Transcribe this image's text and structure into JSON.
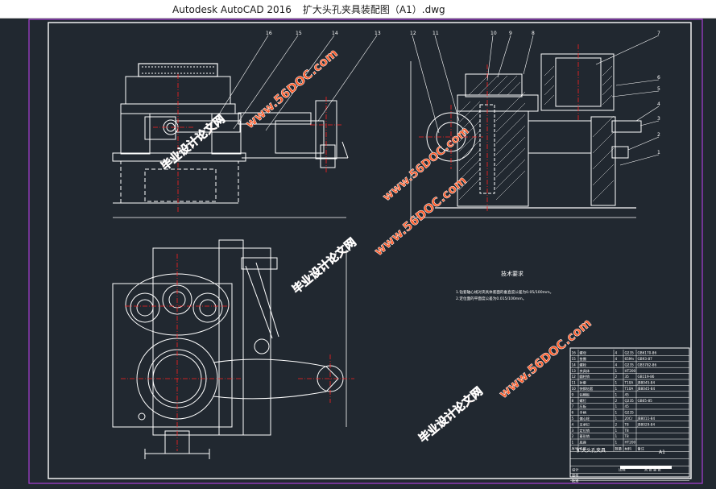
{
  "window": {
    "app_title": "Autodesk AutoCAD 2016",
    "file_title": "扩大头孔夹具装配图（A1）.dwg"
  },
  "drawing": {
    "tech_requirements_title": "技术要求",
    "tech_req_line1": "1.钻套轴心线对夹具体底面的垂直度公差为0.05/100mm。",
    "tech_req_line2": "2.定位面的平面度公差为0.015/100mm。",
    "watermark": "www.56DOC.com",
    "watermark_cn": "毕业设计论文网",
    "part_name": "扩大头孔夹具",
    "sheet_size": "A1",
    "balloons": [
      "16",
      "15",
      "14",
      "13",
      "12",
      "11",
      "10",
      "9",
      "8",
      "7",
      "6",
      "5",
      "4",
      "3",
      "2",
      "1"
    ],
    "bom_rows": [
      {
        "no": "16",
        "name": "螺母",
        "qty": "4",
        "mat": "Q235",
        "std": "GB6170-86"
      },
      {
        "no": "15",
        "name": "垫圈",
        "qty": "4",
        "mat": "65Mn",
        "std": "GB93-87"
      },
      {
        "no": "14",
        "name": "螺栓",
        "qty": "4",
        "mat": "Q235",
        "std": "GB5782-86"
      },
      {
        "no": "13",
        "name": "夹具体",
        "qty": "1",
        "mat": "HT200",
        "std": ""
      },
      {
        "no": "12",
        "name": "圆柱销",
        "qty": "2",
        "mat": "35",
        "std": "GB119-86"
      },
      {
        "no": "11",
        "name": "衬套",
        "qty": "1",
        "mat": "T10A",
        "std": "JB8045-84"
      },
      {
        "no": "10",
        "name": "快换钻套",
        "qty": "1",
        "mat": "T10A",
        "std": "JB8045-84"
      },
      {
        "no": "9",
        "name": "钻模板",
        "qty": "1",
        "mat": "45",
        "std": ""
      },
      {
        "no": "8",
        "name": "螺钉",
        "qty": "2",
        "mat": "Q235",
        "std": "GB65-85"
      },
      {
        "no": "7",
        "name": "压板",
        "qty": "1",
        "mat": "45",
        "std": ""
      },
      {
        "no": "6",
        "name": "手柄",
        "qty": "1",
        "mat": "Q235",
        "std": ""
      },
      {
        "no": "5",
        "name": "偏心轮",
        "qty": "1",
        "mat": "20Cr",
        "std": "JB8011-84"
      },
      {
        "no": "4",
        "name": "支承钉",
        "qty": "2",
        "mat": "T8",
        "std": "JB8029-84"
      },
      {
        "no": "3",
        "name": "定位销",
        "qty": "1",
        "mat": "T8",
        "std": ""
      },
      {
        "no": "2",
        "name": "菱形销",
        "qty": "1",
        "mat": "T8",
        "std": ""
      },
      {
        "no": "1",
        "name": "底座",
        "qty": "1",
        "mat": "HT200",
        "std": ""
      }
    ],
    "bom_header": {
      "no": "序号",
      "name": "名称",
      "qty": "数量",
      "mat": "材料",
      "remark": "备注"
    },
    "title_block": {
      "design": "设计",
      "check": "审核",
      "approve": "批准",
      "scale": "比例",
      "sheet": "共 张 第 张"
    }
  }
}
